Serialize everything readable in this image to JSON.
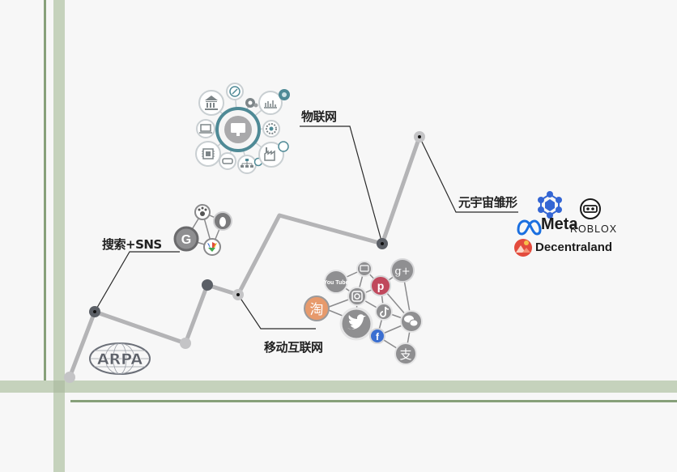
{
  "diagram": {
    "title_stages": [
      {
        "id": "arpa",
        "label": "ARPA"
      },
      {
        "id": "search-sns",
        "label": "搜索+SNS"
      },
      {
        "id": "mobile-internet",
        "label": "移动互联网"
      },
      {
        "id": "iot",
        "label": "物联网"
      },
      {
        "id": "metaverse",
        "label": "元宇宙雏形"
      }
    ],
    "metaverse_brands": {
      "meta": "Meta",
      "roblox": "ROBLOX",
      "decentraland": "Decentraland"
    },
    "search_icons": [
      "google-icon",
      "baidu-paw-icon",
      "qq-penguin-icon",
      "msn-butterfly-icon"
    ],
    "mobile_icons": [
      "youtube-icon",
      "tv-icon",
      "google-plus-icon",
      "pinterest-icon",
      "instagram-icon",
      "taobao-icon",
      "twitter-icon",
      "tiktok-icon",
      "wechat-icon",
      "facebook-icon",
      "alipay-icon"
    ],
    "mobile_text": {
      "taobao": "淘",
      "youtube": "You Tube",
      "gplus": "g+",
      "alipay": "支",
      "google": "G",
      "facebook": "f",
      "pinterest": "p"
    },
    "iot_icons": [
      "monitor-hub-icon",
      "bank-icon",
      "compass-icon",
      "gear-icon",
      "chart-icon",
      "laptop-icon",
      "settings-icon",
      "chip-icon",
      "car-icon",
      "network-icon",
      "factory-icon"
    ],
    "colors": {
      "background": "#f7f7f7",
      "axis_green": "#c5d2bc",
      "axis_dark_green": "#87a07a",
      "path_gray": "#b4b4b6",
      "node_dark": "#5b5f66",
      "node_light": "#c4c4c6",
      "iot_teal": "#4f8a96",
      "taobao_orange": "#e79a6c",
      "pinterest_red": "#c0485c",
      "facebook_blue": "#3b6fd1",
      "meta_blue": "#1a6fe0",
      "decentraland_red": "#e34b3d"
    }
  }
}
